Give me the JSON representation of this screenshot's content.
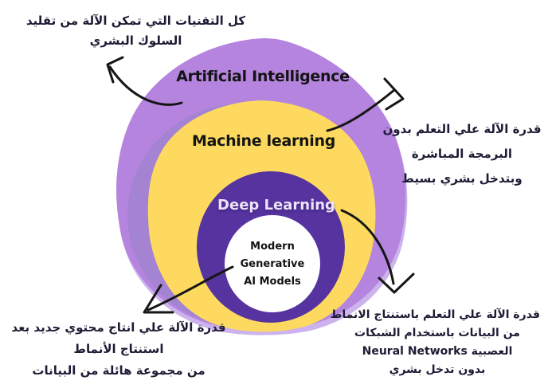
{
  "circles": {
    "artificial_intelligence": "Artificial Intelligence",
    "machine_learning": "Machine learning",
    "deep_learning": "Deep Learning"
  },
  "inner": {
    "lines": [
      "Modern",
      "Generative",
      "AI Models"
    ]
  },
  "annotations": {
    "top_left": {
      "lines": [
        "كل التقنيات التي تمكن الآلة من تقليد",
        "السلوك البشري"
      ]
    },
    "right": {
      "lines": [
        "قدرة الآلة علي التعلم بدون",
        "البرمجة المباشرة",
        "وبتدخل بشري بسيط"
      ]
    },
    "bottom_left": {
      "lines": [
        "قدرة الآلة علي انتاج محتوي جديد بعد",
        "استنتاج الأنماط",
        "من مجموعة هائلة من البيانات"
      ]
    },
    "bottom_right": {
      "lines": [
        "قدرة الآلة علي التعلم باستنتاج الانماط",
        "من البيانات باستخدام الشبكات",
        "العصبية Neural Networks",
        "بدون تدخل بشري"
      ]
    }
  },
  "colors": {
    "outer_back": "#ccb3ee",
    "outer": "#b584de",
    "outer_shade": "#a383d2",
    "machine_learning": "#fdda5f",
    "deep_learning": "#56339f",
    "inner_circle": "#ffffff",
    "arrow": "#161616",
    "heading_text": "#141414",
    "deep_learning_text": "#ece3f9",
    "annotation_text": "#1f1b35"
  }
}
